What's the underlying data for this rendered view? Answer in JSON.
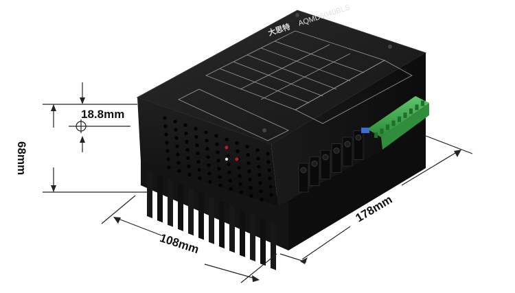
{
  "product": {
    "brand_logo": "大思特",
    "model": "AQMD6040BLS"
  },
  "dimensions": {
    "height": "68mm",
    "mount_offset": "18.8mm",
    "width": "108mm",
    "length": "178mm"
  },
  "colors": {
    "body": "#1c1c1c",
    "heatsink": "#141414",
    "panel_text": "#d8d8d8",
    "terminal_block": "#3aa34a",
    "dimension_line": "#222222"
  }
}
